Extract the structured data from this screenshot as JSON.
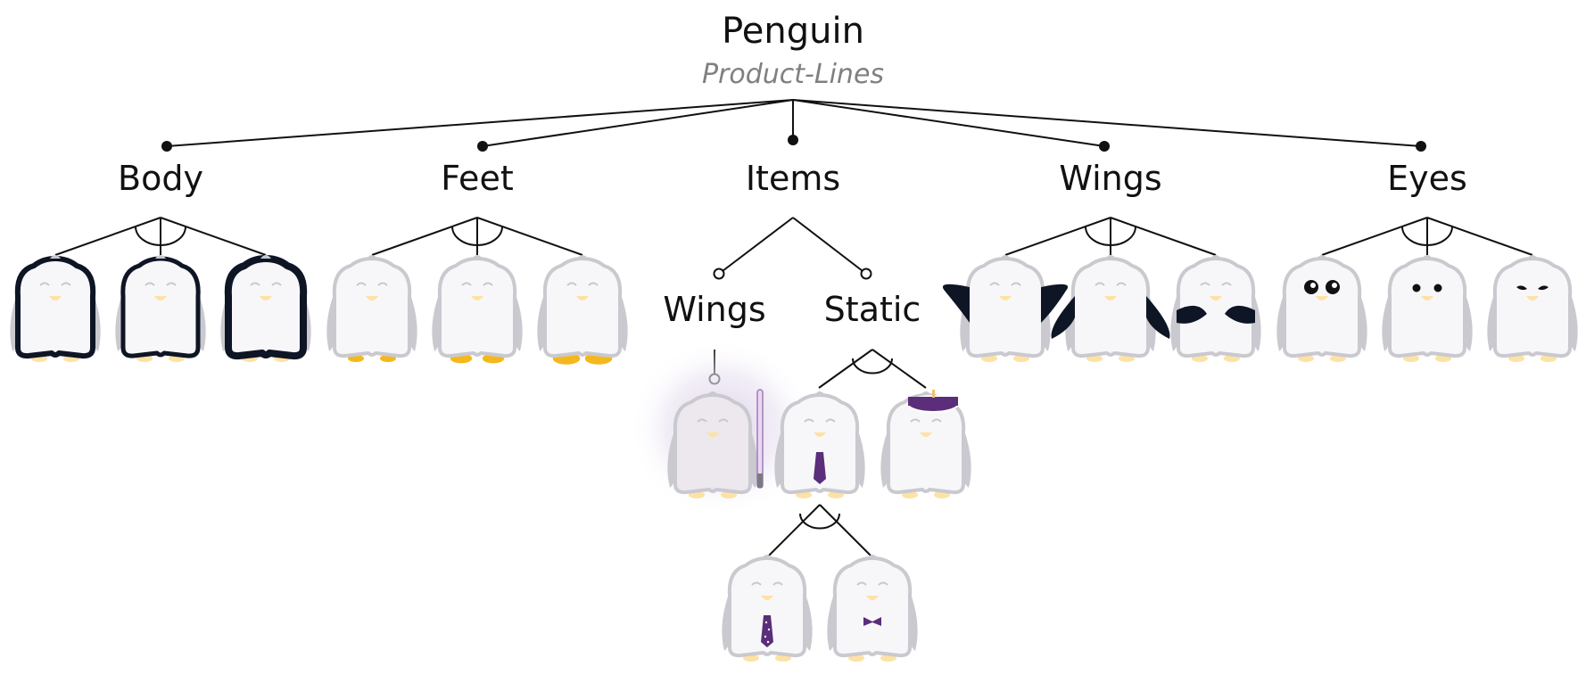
{
  "root": {
    "title": "Penguin",
    "subtitle": "Product-Lines"
  },
  "features": [
    {
      "label": "Body",
      "kind": "mandatory",
      "group": "alternative",
      "variants": [
        "body-full",
        "body-medium",
        "body-thick"
      ]
    },
    {
      "label": "Feet",
      "kind": "mandatory",
      "group": "alternative",
      "variants": [
        "feet-small",
        "feet-medium",
        "feet-large"
      ]
    },
    {
      "label": "Items",
      "kind": "mandatory",
      "group": "none",
      "subfeatures": [
        {
          "label": "Wings",
          "kind": "optional",
          "variants": [
            "lightsaber"
          ]
        },
        {
          "label": "Static",
          "kind": "optional",
          "group": "alternative",
          "variants": [
            "tie",
            "hat-cake"
          ],
          "children": {
            "group": "alternative",
            "variants": [
              "tie-dotted",
              "bowtie"
            ]
          }
        }
      ]
    },
    {
      "label": "Wings",
      "kind": "mandatory",
      "group": "alternative",
      "variants": [
        "wings-raised",
        "wings-diagonal",
        "wings-folded"
      ]
    },
    {
      "label": "Eyes",
      "kind": "mandatory",
      "group": "alternative",
      "variants": [
        "eyes-big",
        "eyes-dots",
        "eyes-sleepy"
      ]
    }
  ],
  "colors": {
    "line": "#111111",
    "penguin_outline": "#c9c9cf",
    "penguin_fill": "#f7f7f9",
    "beak": "#fde2a5",
    "feet": "#f5b81c",
    "accent_dark": "#0e1524",
    "item_purple": "#5a2e7a",
    "highlight": "#e6dcef"
  }
}
